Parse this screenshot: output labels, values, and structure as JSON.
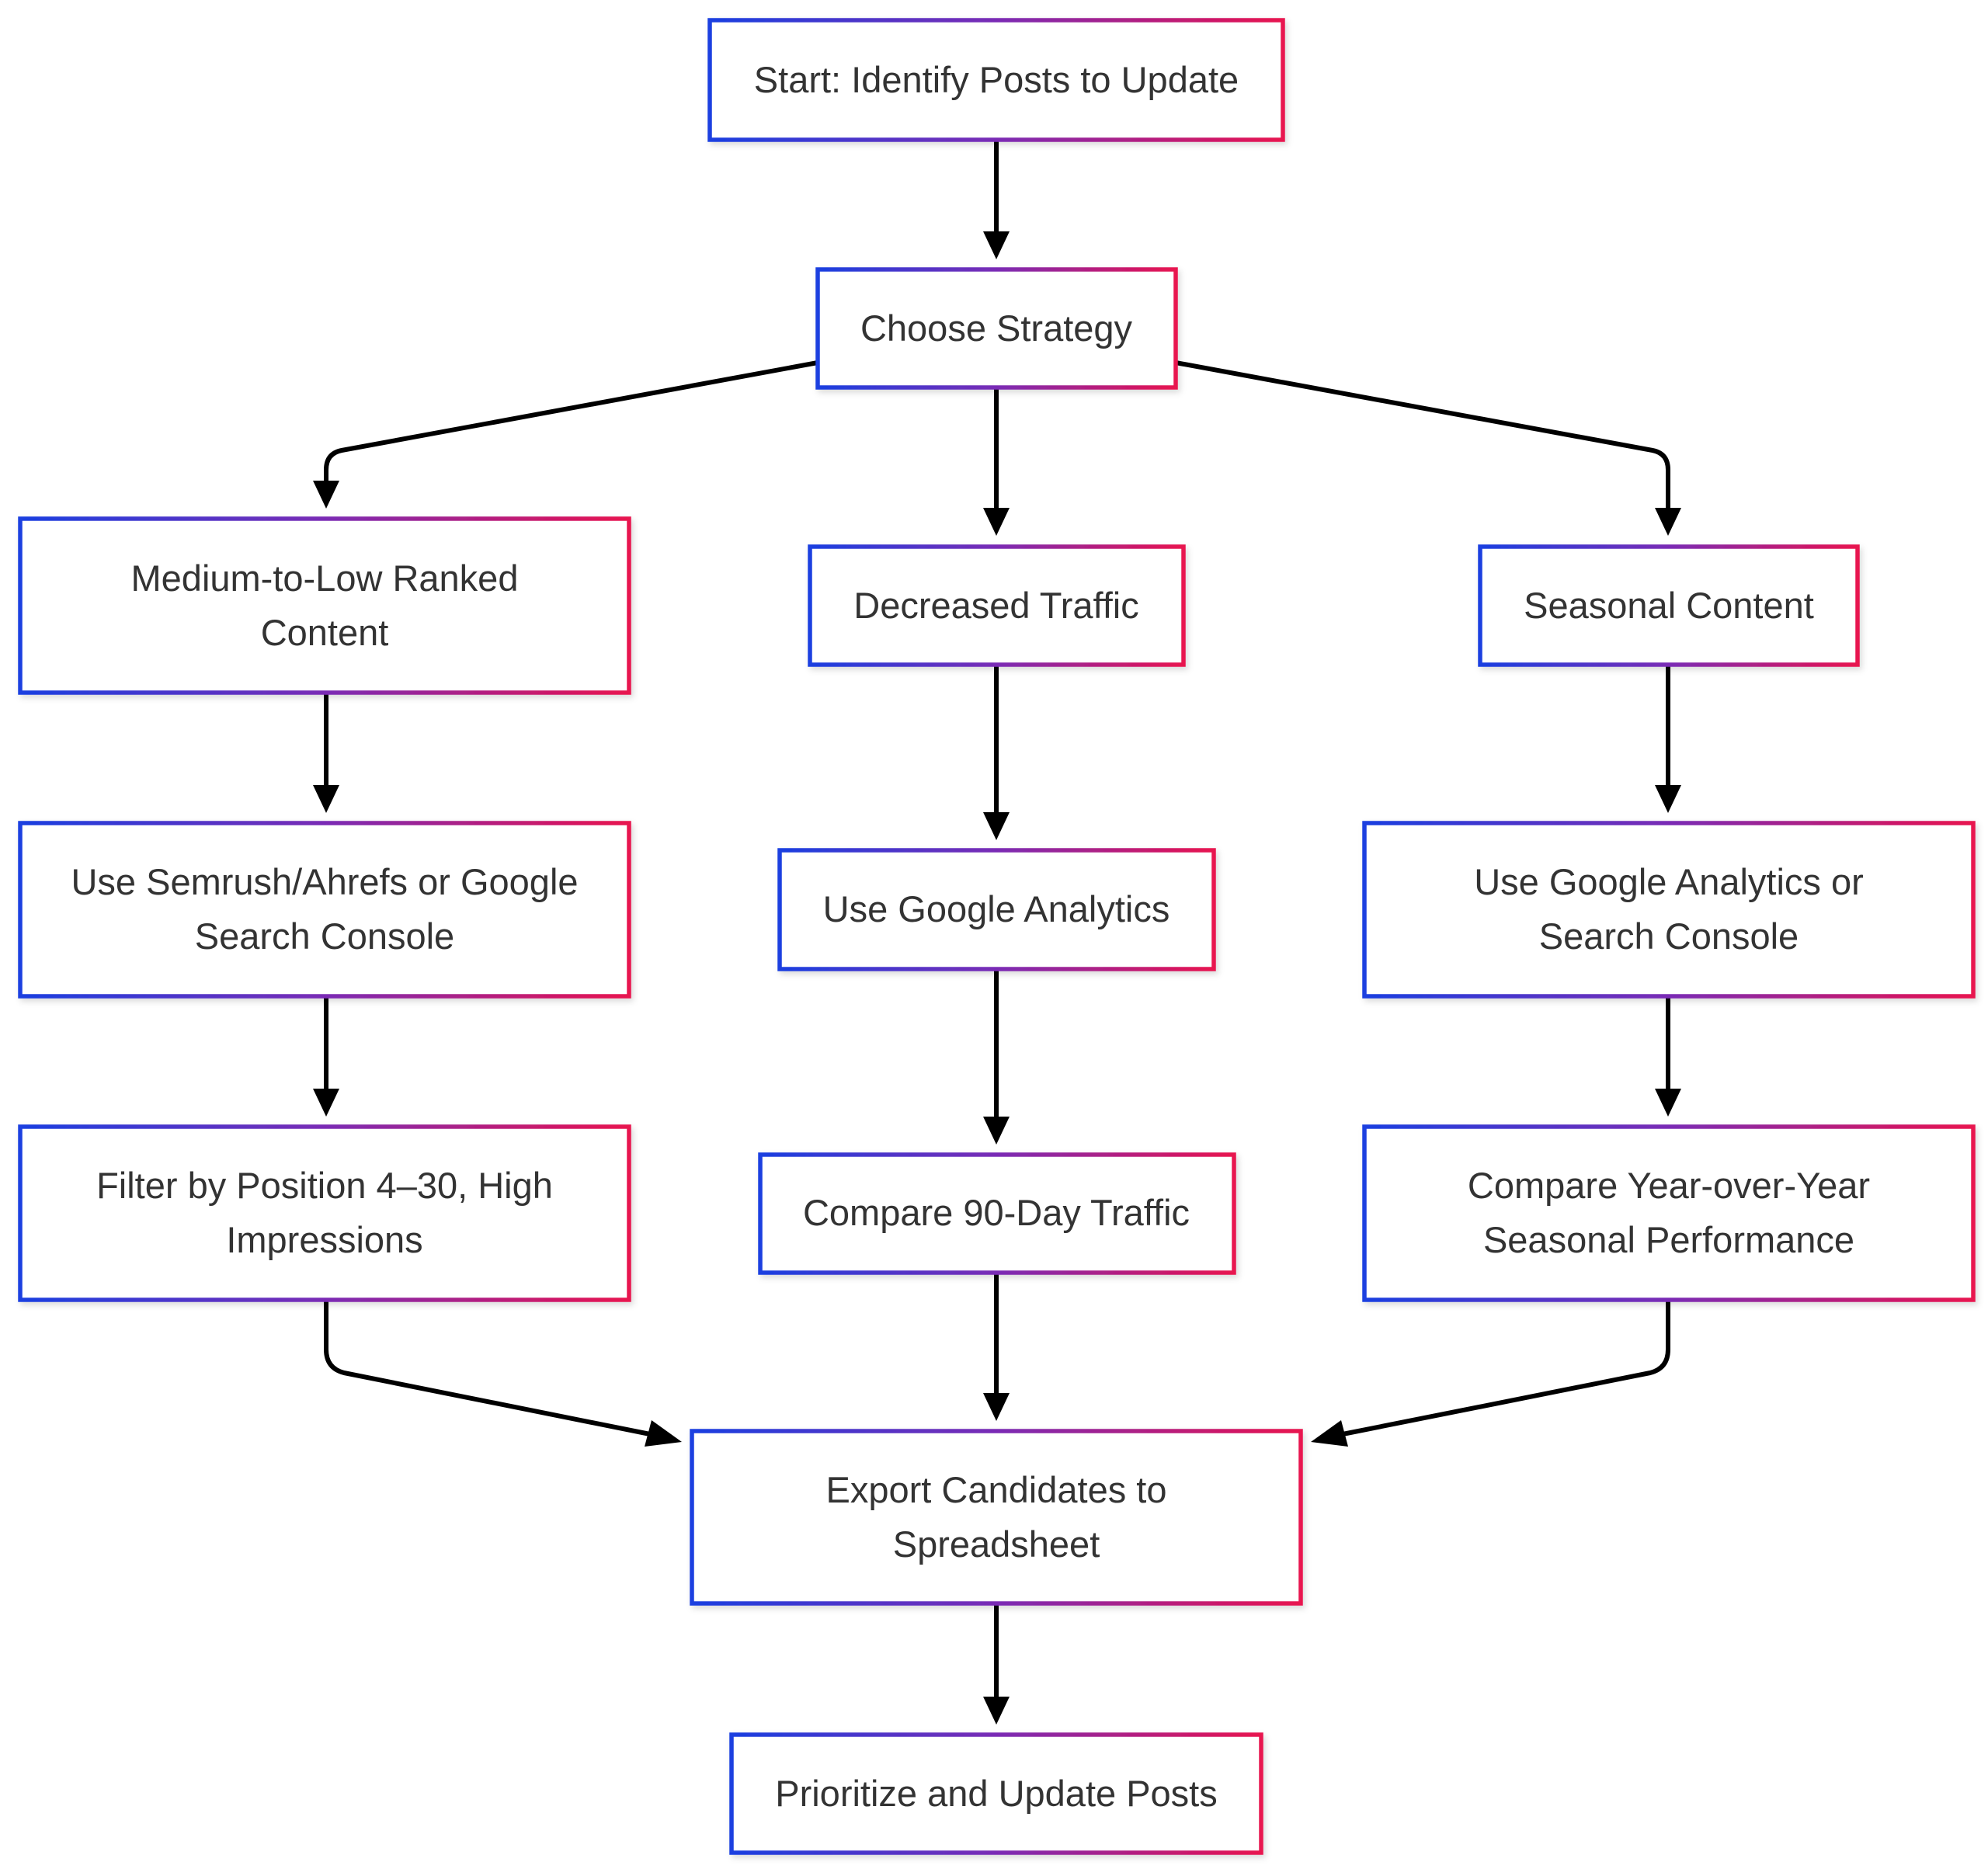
{
  "colors": {
    "border_gradient_start": "#1a3fe0",
    "border_gradient_mid": "#7a2cb5",
    "border_gradient_end": "#e8124f",
    "arrow": "#000000",
    "text": "#333333",
    "background": "#ffffff"
  },
  "nodes": {
    "start": {
      "lines": [
        "Start: Identify Posts to Update"
      ]
    },
    "strategy": {
      "lines": [
        "Choose Strategy"
      ]
    },
    "medium_low": {
      "lines": [
        "Medium-to-Low Ranked",
        "Content"
      ]
    },
    "decreased": {
      "lines": [
        "Decreased Traffic"
      ]
    },
    "seasonal": {
      "lines": [
        "Seasonal Content"
      ]
    },
    "tool_left": {
      "lines": [
        "Use Semrush/Ahrefs or Google",
        "Search Console"
      ]
    },
    "tool_mid": {
      "lines": [
        "Use Google Analytics"
      ]
    },
    "tool_right": {
      "lines": [
        "Use Google Analytics or",
        "Search Console"
      ]
    },
    "filter_left": {
      "lines": [
        "Filter by Position 4–30, High",
        "Impressions"
      ]
    },
    "filter_mid": {
      "lines": [
        "Compare 90-Day Traffic"
      ]
    },
    "filter_right": {
      "lines": [
        "Compare Year-over-Year",
        "Seasonal Performance"
      ]
    },
    "export": {
      "lines": [
        "Export Candidates to",
        "Spreadsheet"
      ]
    },
    "final": {
      "lines": [
        "Prioritize and Update Posts"
      ]
    }
  },
  "edges": [
    {
      "from": "start",
      "to": "strategy"
    },
    {
      "from": "strategy",
      "to": "medium_low"
    },
    {
      "from": "strategy",
      "to": "decreased"
    },
    {
      "from": "strategy",
      "to": "seasonal"
    },
    {
      "from": "medium_low",
      "to": "tool_left"
    },
    {
      "from": "decreased",
      "to": "tool_mid"
    },
    {
      "from": "seasonal",
      "to": "tool_right"
    },
    {
      "from": "tool_left",
      "to": "filter_left"
    },
    {
      "from": "tool_mid",
      "to": "filter_mid"
    },
    {
      "from": "tool_right",
      "to": "filter_right"
    },
    {
      "from": "filter_left",
      "to": "export"
    },
    {
      "from": "filter_mid",
      "to": "export"
    },
    {
      "from": "filter_right",
      "to": "export"
    },
    {
      "from": "export",
      "to": "final"
    }
  ]
}
